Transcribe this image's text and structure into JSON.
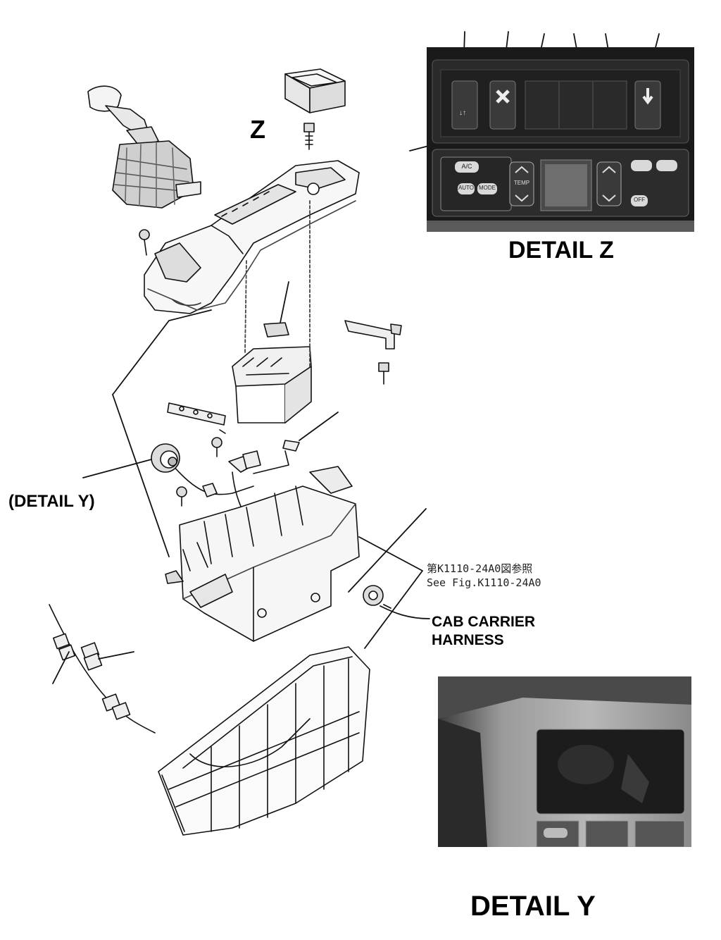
{
  "labels": {
    "z_marker": "Z",
    "detail_z": "DETAIL Z",
    "detail_y_ref": "(DETAIL Y)",
    "detail_y": "DETAIL Y",
    "cab_carrier_harness_line1": "CAB CARRIER",
    "cab_carrier_harness_line2": "HARNESS",
    "fig_ref_jp": "第K1110-24A0図参照",
    "fig_ref_en": "See Fig.K1110-24A0"
  },
  "detail_z_panel": {
    "keys": [
      "A/C",
      "AUTO",
      "MODE",
      "TEMP",
      "OFF"
    ]
  }
}
